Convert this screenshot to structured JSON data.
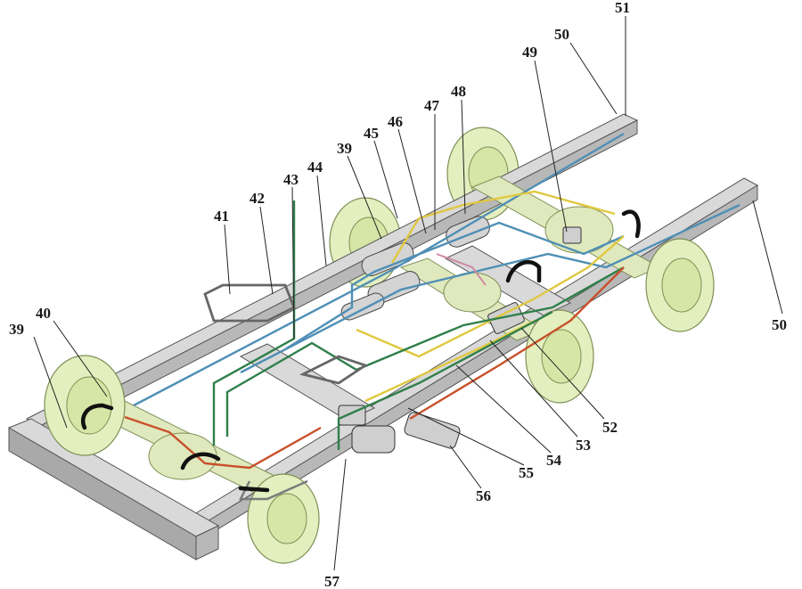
{
  "callouts": [
    {
      "id": "c39a",
      "label": "39"
    },
    {
      "id": "c40",
      "label": "40"
    },
    {
      "id": "c41",
      "label": "41"
    },
    {
      "id": "c42",
      "label": "42"
    },
    {
      "id": "c43",
      "label": "43"
    },
    {
      "id": "c44",
      "label": "44"
    },
    {
      "id": "c39b",
      "label": "39"
    },
    {
      "id": "c45",
      "label": "45"
    },
    {
      "id": "c46",
      "label": "46"
    },
    {
      "id": "c47",
      "label": "47"
    },
    {
      "id": "c48",
      "label": "48"
    },
    {
      "id": "c49",
      "label": "49"
    },
    {
      "id": "c50a",
      "label": "50"
    },
    {
      "id": "c51",
      "label": "51"
    },
    {
      "id": "c50b",
      "label": "50"
    },
    {
      "id": "c52",
      "label": "52"
    },
    {
      "id": "c53",
      "label": "53"
    },
    {
      "id": "c54",
      "label": "54"
    },
    {
      "id": "c55",
      "label": "55"
    },
    {
      "id": "c56",
      "label": "56"
    },
    {
      "id": "c57",
      "label": "57"
    }
  ],
  "colors": {
    "frame": "#d9d9d9",
    "wheel": "#e3efbf",
    "pipe_blue": "#4f8fb5",
    "pipe_yellow": "#e0c840",
    "pipe_green": "#2f7f4a",
    "pipe_red": "#c8502a"
  }
}
